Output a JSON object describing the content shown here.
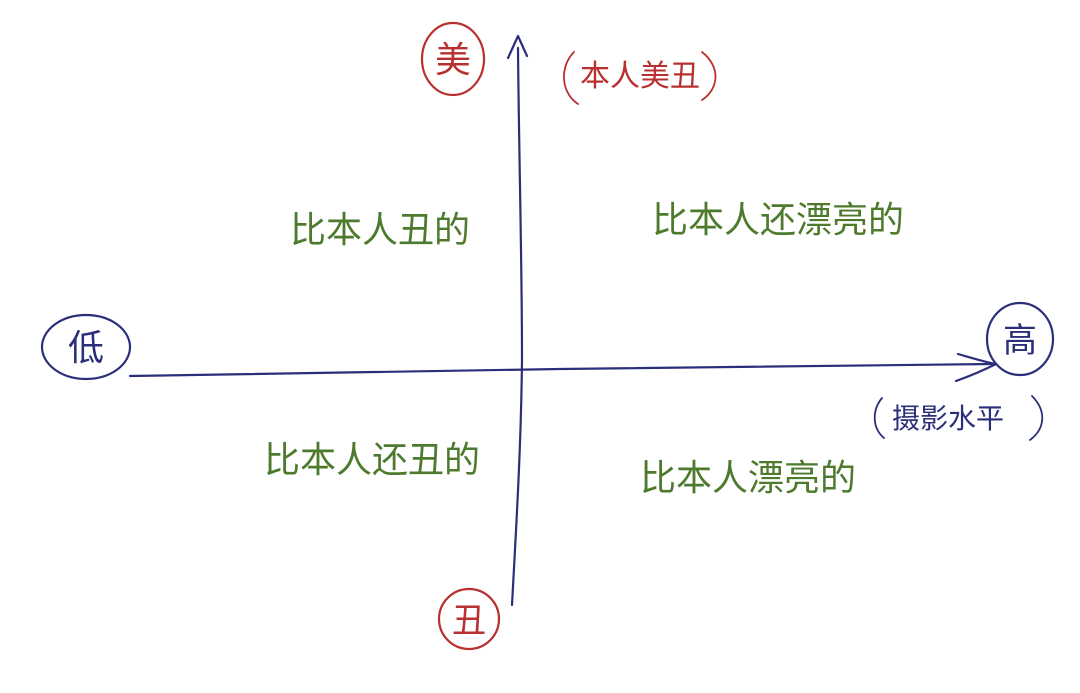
{
  "axes": {
    "vertical_top": "美",
    "vertical_bottom": "丑",
    "horizontal_left": "低",
    "horizontal_right": "高",
    "vertical_note": "本人美丑",
    "horizontal_note": "摄影水平"
  },
  "quadrants": {
    "top_left": "比本人丑的",
    "top_right": "比本人还漂亮的",
    "bottom_left": "比本人还丑的",
    "bottom_right": "比本人漂亮的"
  },
  "colors": {
    "ink_red": "#b8302f",
    "ink_blue": "#2b2f7a",
    "ink_green": "#4d7a2c",
    "paper": "#ffffff"
  }
}
